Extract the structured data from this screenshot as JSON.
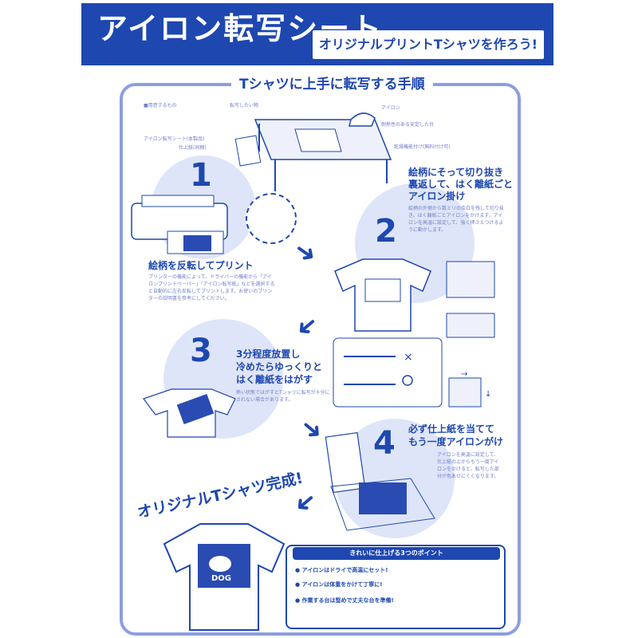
{
  "header": {
    "title": "アイロン転写シート",
    "subtitle": "オリジナルプリントTシャツを作ろう!"
  },
  "guide": {
    "title": "Tシャツに上手に転写する手順",
    "needed_items_label": "■用意するもの",
    "items": {
      "printable_tshirt": "転写したい物",
      "sheet": "アイロン転写シート(本製品)",
      "finish_paper": "仕上紙(同梱)",
      "iron": "アイロン",
      "board": "耐熱性のある安定した台",
      "towel": "乾燥機能付け(無料付け可)"
    },
    "shirt_print_text": "DOG",
    "completion_text": "オリジナルTシャツ完成!",
    "colors": {
      "accent": "#1e47b0",
      "light": "#dfe5f8",
      "frame": "#8c9ee0"
    }
  },
  "steps": [
    {
      "num": "1",
      "title": "絵柄を反転してプリント",
      "body": "プリンターの機能によって、ドライバーの機能から「アイロンプリントペーパー」「アイロン転写紙」などを選択すると自動的に左右反転してプリントします。お使いのプリンターの説明書を参考にしてください。"
    },
    {
      "num": "2",
      "title_lines": [
        "絵柄にそって切り抜き",
        "裏返して、はく離紙ごと",
        "アイロン掛け"
      ],
      "body": "絵柄の外側から数ミリの余白を残して切り抜き、はく離紙ごとアイロンをかけます。アイロンを高温に設定して、強く押さえつけるように動かします。"
    },
    {
      "num": "3",
      "title_lines": [
        "3分程度放置し",
        "冷めたらゆっくりと",
        "はく離紙をはがす"
      ],
      "body": "熱い状態ではがすとTシャツに転写が十分にされない場合があります。"
    },
    {
      "num": "4",
      "title_lines": [
        "必ず仕上紙を当てて",
        "もう一度アイロンがけ"
      ],
      "body": "アイロンを高温に設定して、仕上紙の上からもう一度アイロンをかけると、転写した部分が色あせにくくなります。"
    }
  ],
  "points": {
    "title": "きれいに仕上げる3つのポイント",
    "items": [
      "● アイロンはドライで高温にセット!",
      "● アイロンは体重をかけて丁寧に!",
      "● 作業する台は堅めで丈夫な台を準備!"
    ]
  }
}
